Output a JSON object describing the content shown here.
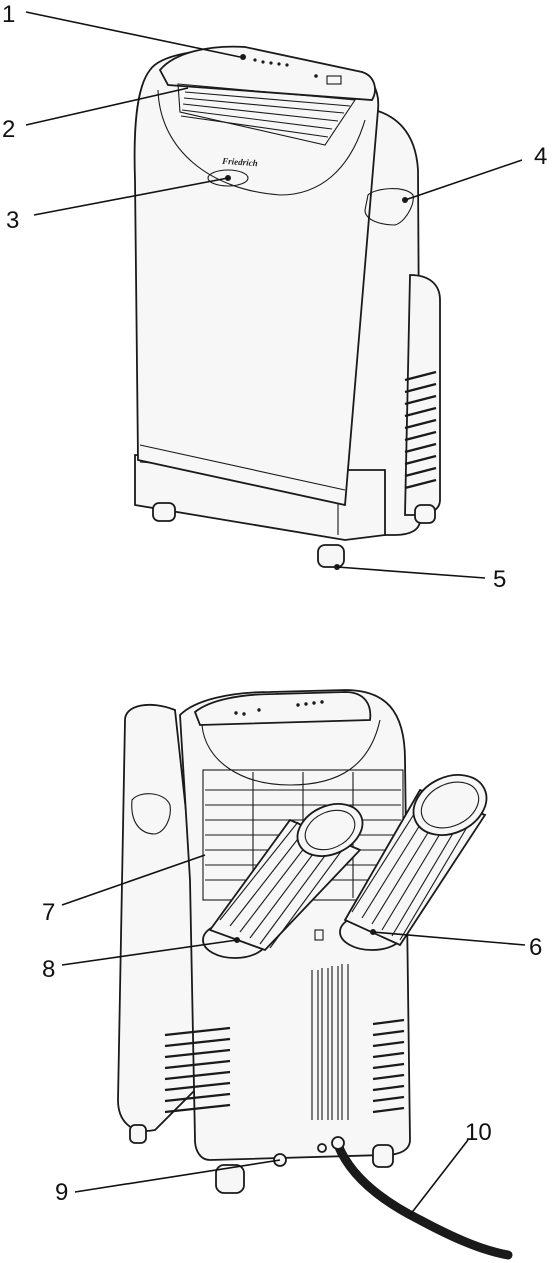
{
  "figure": {
    "brand_text": "Friedrich",
    "front_view": {
      "callouts": [
        {
          "id": "1",
          "label": "1"
        },
        {
          "id": "2",
          "label": "2"
        },
        {
          "id": "3",
          "label": "3"
        },
        {
          "id": "4",
          "label": "4"
        },
        {
          "id": "5",
          "label": "5"
        }
      ]
    },
    "rear_view": {
      "callouts": [
        {
          "id": "6",
          "label": "6"
        },
        {
          "id": "7",
          "label": "7"
        },
        {
          "id": "8",
          "label": "8"
        },
        {
          "id": "9",
          "label": "9"
        },
        {
          "id": "10",
          "label": "10"
        }
      ]
    }
  },
  "colors": {
    "line": "#1a1a1a",
    "background": "#ffffff",
    "panel": "#f7f7f7"
  }
}
